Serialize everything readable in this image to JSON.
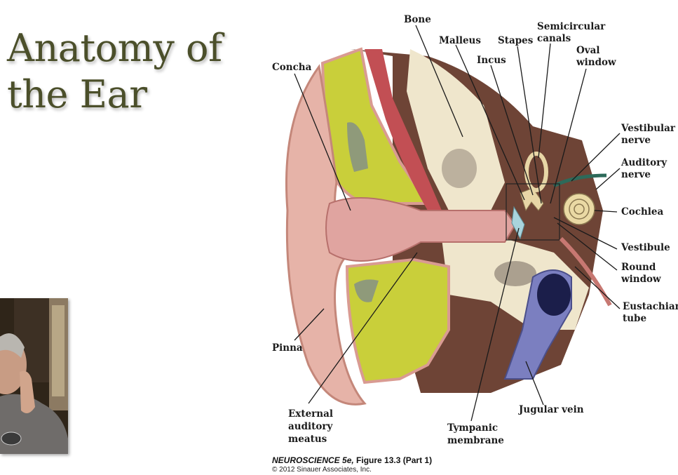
{
  "slide": {
    "title_line1": "Anatomy of",
    "title_line2": "the Ear"
  },
  "diagram": {
    "labels": {
      "bone": "Bone",
      "malleus": "Malleus",
      "stapes": "Stapes",
      "semicircular_1": "Semicircular",
      "semicircular_2": "canals",
      "oval_1": "Oval",
      "oval_2": "window",
      "incus": "Incus",
      "concha": "Concha",
      "vestibular_1": "Vestibular",
      "vestibular_2": "nerve",
      "auditory_1": "Auditory",
      "auditory_2": "nerve",
      "cochlea": "Cochlea",
      "vestibule": "Vestibule",
      "round_1": "Round",
      "round_2": "window",
      "eustachian_1": "Eustachian",
      "eustachian_2": "tube",
      "pinna": "Pinna",
      "jugular": "Jugular vein",
      "ext_1": "External",
      "ext_2": "auditory",
      "ext_3": "meatus",
      "tymp_1": "Tympanic",
      "tymp_2": "membrane"
    }
  },
  "caption": {
    "book": "NEUROSCIENCE 5e,",
    "figure": " Figure 13.3 (Part 1)",
    "copyright": "© 2012 Sinauer Associates, Inc."
  },
  "colors": {
    "title": "#4b4f2a",
    "skin": "#e6b3a8",
    "cartilage": "#c9cf3a",
    "bone": "#efe6cc",
    "tissue": "#7a4a3a",
    "vein": "#7b7fc0"
  }
}
